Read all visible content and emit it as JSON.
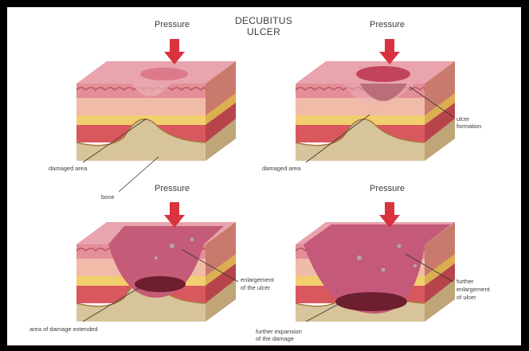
{
  "title_line1": "DECUBITUS",
  "title_line2": "ULCER",
  "panels": [
    {
      "pressure": "Pressure",
      "labels": [
        "damaged area",
        "bone"
      ]
    },
    {
      "pressure": "Pressure",
      "labels": [
        "damaged area",
        "ulcer",
        "formation"
      ]
    },
    {
      "pressure": "Pressure",
      "labels": [
        "enlargement",
        "of the ulcer",
        "area of damage extended"
      ]
    },
    {
      "pressure": "Pressure",
      "labels": [
        "further",
        "enlargement",
        "of ulcer",
        "further expansion",
        "of the damage"
      ]
    }
  ],
  "colors": {
    "arrow": "#d8333f",
    "skin_top": "#e9a4ae",
    "dermis": "#f0bba8",
    "fat_yellow": "#f2cf6e",
    "muscle": "#d9585e",
    "bone": "#d8c49a",
    "wound": "#8a2a3c"
  }
}
